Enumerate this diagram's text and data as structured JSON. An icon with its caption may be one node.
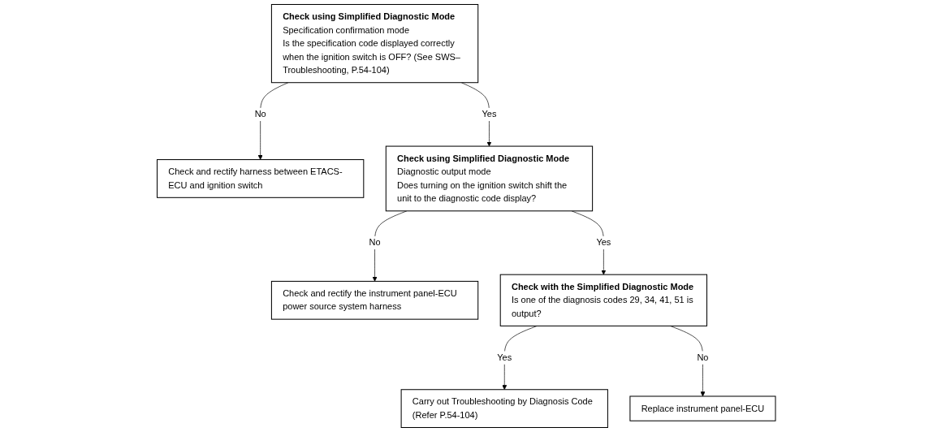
{
  "diagram": {
    "nodes": [
      {
        "text": [
          "Check using Simplified Diagnostic Mode",
          "Specification confirmation mode",
          "Is the specification code displayed correctly when the ignition switch is OFF? (See SWS–Troubleshooting, P.54-104)"
        ]
      },
      {
        "text": [
          "Check and rectify harness between ETACS-ECU and ignition switch"
        ]
      },
      {
        "text": [
          "Check using Simplified Diagnostic Mode",
          "Diagnostic output mode",
          "Does turning on the ignition switch shift the unit to the diagnostic code display?"
        ]
      },
      {
        "text": [
          "Check and rectify the instrument panel-ECU power source system harness"
        ]
      },
      {
        "text": [
          "Check with the Simplified Diagnostic Mode",
          "Is one of the diagnosis codes 29, 34, 41, 51 is output?"
        ]
      },
      {
        "text": [
          "Carry out Troubleshooting by Diagnosis Code (Refer P.54-104)"
        ]
      },
      {
        "text": [
          "Replace instrument panel-ECU"
        ]
      }
    ],
    "edges": [
      {
        "from": 0,
        "to": 1,
        "arrow": "to",
        "label": "No"
      },
      {
        "from": 0,
        "to": 2,
        "arrow": "to",
        "label": "Yes"
      },
      {
        "from": 2,
        "to": 3,
        "arrow": "to",
        "label": "No"
      },
      {
        "from": 2,
        "to": 4,
        "arrow": "to",
        "label": "Yes"
      },
      {
        "from": 4,
        "to": 5,
        "arrow": "to",
        "label": "Yes"
      },
      {
        "from": 4,
        "to": 6,
        "arrow": "to",
        "label": "No"
      }
    ]
  }
}
